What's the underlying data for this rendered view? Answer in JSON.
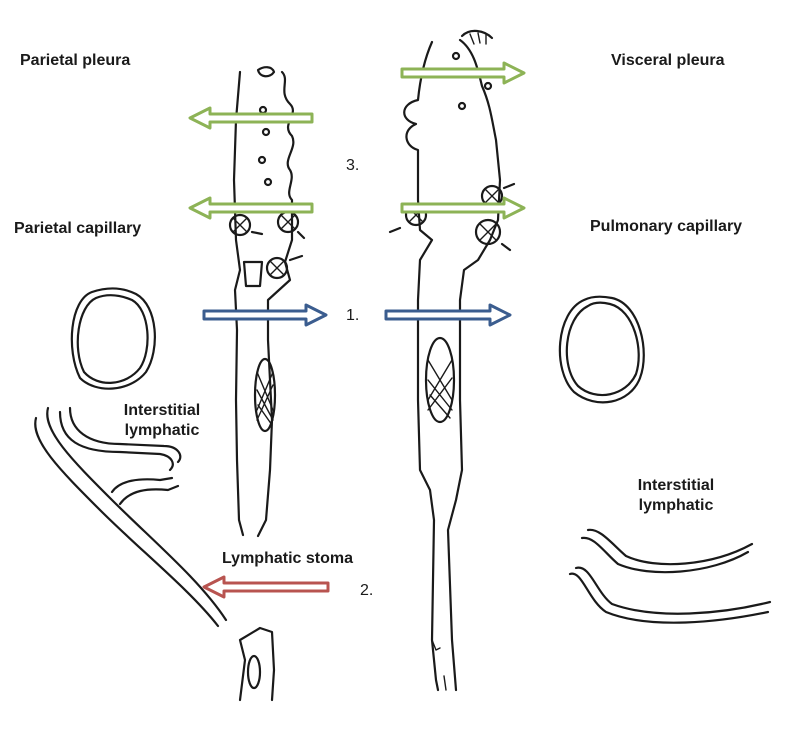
{
  "labels": {
    "parietal_pleura": "Parietal pleura",
    "visceral_pleura": "Visceral pleura",
    "parietal_capillary": "Parietal capillary",
    "pulmonary_capillary": "Pulmonary capillary",
    "interstitial_lymphatic_left_1": "Interstitial",
    "interstitial_lymphatic_left_2": "lymphatic",
    "interstitial_lymphatic_right_1": "Interstitial",
    "interstitial_lymphatic_right_2": "lymphatic",
    "lymphatic_stoma": "Lymphatic stoma"
  },
  "markers": {
    "m1": "1.",
    "m2": "2.",
    "m3": "3."
  },
  "colors": {
    "green_arrow": "#8db356",
    "blue_arrow": "#3b5d8f",
    "red_arrow": "#b85450",
    "ink": "#1a1a1a"
  }
}
